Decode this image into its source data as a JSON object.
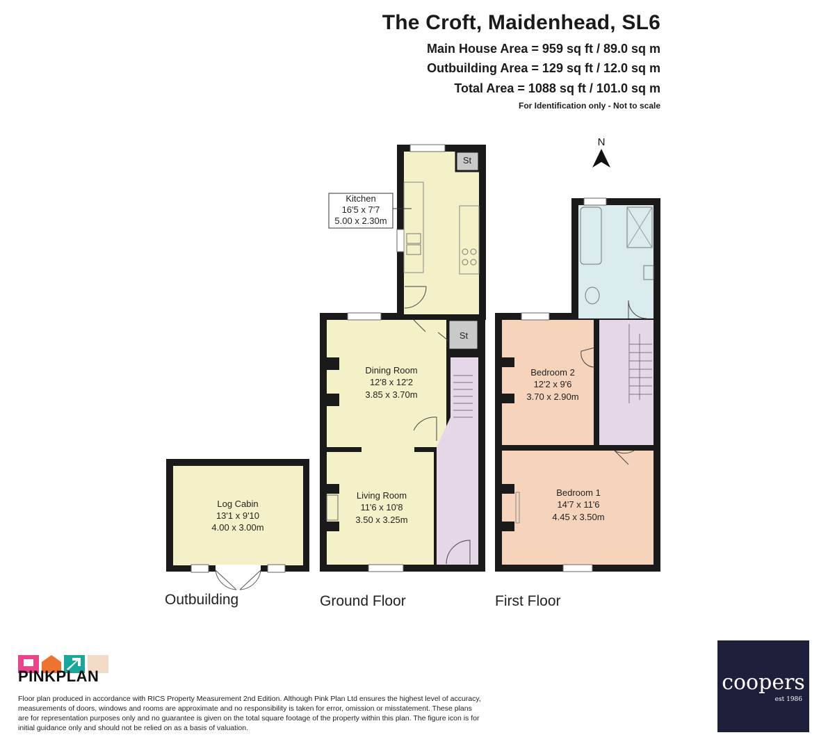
{
  "header": {
    "title": "The Croft, Maidenhead, SL6",
    "main_area": "Main House Area = 959 sq ft / 89.0 sq m",
    "outbuilding_area": "Outbuilding Area = 129 sq ft /  12.0 sq m",
    "total_area": "Total Area = 1088 sq ft / 101.0 sq m",
    "note": "For Identification only - Not to scale"
  },
  "compass": {
    "label": "N"
  },
  "rooms": {
    "kitchen": {
      "name": "Kitchen",
      "imperial": "16'5 x 7'7",
      "metric": "5.00 x 2.30m"
    },
    "dining": {
      "name": "Dining Room",
      "imperial": "12'8 x 12'2",
      "metric": "3.85 x 3.70m"
    },
    "living": {
      "name": "Living Room",
      "imperial": "11'6 x 10'8",
      "metric": "3.50 x 3.25m"
    },
    "cabin": {
      "name": "Log Cabin",
      "imperial": "13'1 x 9'10",
      "metric": "4.00 x 3.00m"
    },
    "bed2": {
      "name": "Bedroom 2",
      "imperial": "12'2 x 9'6",
      "metric": "3.70 x 2.90m"
    },
    "bed1": {
      "name": "Bedroom 1",
      "imperial": "14'7 x 11'6",
      "metric": "4.45 x 3.50m"
    },
    "store": "St"
  },
  "floors": {
    "outbuilding": "Outbuilding",
    "ground": "Ground Floor",
    "first": "First Floor"
  },
  "footer": {
    "logo_text": "PINKPLAN",
    "disclaimer": "Floor plan produced in accordance with RICS Property Measurement 2nd Edition. Although Pink Plan Ltd ensures the highest level of accuracy, measurements of doors, windows and rooms are approximate and no responsibility is taken for error, omission or misstatement. These plans are for representation purposes only and no guarantee is given on the total square footage of the property within this plan. The figure icon is for initial guidance only and should not be relied on as a basis of valuation.",
    "agent_name": "coopers",
    "agent_est": "est 1986"
  },
  "colors": {
    "wall": "#1a1a1a",
    "yellow_room": "#f4f1c8",
    "hall_lilac": "#e6d7e8",
    "bedroom": "#f6d4bc",
    "bathroom": "#d9ebec",
    "store": "#c9c9c9",
    "logo_pink": "#e8458b",
    "logo_orange": "#ee7330",
    "logo_teal": "#17a89b",
    "agent_bg": "#1e1f3a"
  }
}
